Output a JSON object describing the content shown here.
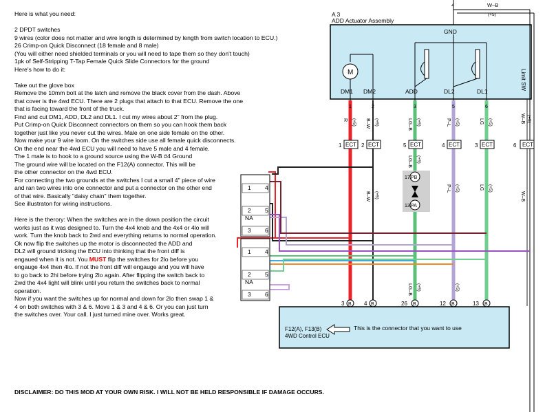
{
  "instructions": {
    "lines": [
      "Here is what you need:",
      "",
      "2 DPDT switches",
      "9 wires (color does not matter and wire length is determined by length from switch location to ECU.)",
      "26 Crimp-on Quick Disconnect (18 female and 8 male)",
      "(You will either need shielded terminals or you will need to tape them so they don't touch)",
      "1pk of Self-Stripping T-Tap Female Quick Slide Connectors for the ground",
      "Here's how to do it:",
      "",
      "Take out the glove box",
      "Remove the 10mm bolt at the latch and remove the black cover from the dash.  Above",
      "that cover is the 4wd ECU.  There are 2 plugs that attach to that ECU.  Remove the one",
      "that is facing toward the front of the truck.",
      "Find and cut DM1, ADD, DL2 and DL1. I cut my wires about 2\" from the plug.",
      "Put Crimp-on Quick Disconnect connectors on them so you can hook them back",
      "together just like you never cut the wires.  Male on one side female on the other.",
      "Now make your 9 wire loom.  On the switches side use all female quick disconnects.",
      "On the end near the 4wd ECU you will need to have 5 male and 4 female.",
      "The 1 male is to hook to a ground source using the W-B #4 Ground",
      "The ground wire will be located on the F12(A) connector.  This will be",
      "the other connector on the 4wd ECU.",
      "For connecting the two grounds at the switches I cut a small 4\" piece of wire",
      "and ran two wires into one connector and put a connector on the other end",
      "of that wire.  Basically \"daisy chain\" them together.",
      "See illustraton for wiring instructions.",
      "",
      "Here is the therory:  When the switches are in the down position the circuit",
      "works just as it was designed to.  Turn the 4x4 knob and the 4x4 or 4lo will",
      "work. Turn the knob back to 2wd and everything returns to normal operation.",
      "Ok now flip the switches up the motor is disconnected the ADD and",
      "DL2 will ground tricking the ECU into thinking that the front diff is"
    ],
    "must_pre": "engaued when it is not.  You ",
    "must_word": "MUST",
    "must_post": " flip the switches for 2lo before you",
    "lines_after": [
      "engauge 4x4 then 4lo.  If not the front diff will engauge and you will have",
      "to go back to 2hi before trying 2lo again.  After flipping the switch back to",
      "2wd the 4x4 light will blink until you return the switches back to normal",
      "operation.",
      "Now if you want the switches up for normal and down for 2lo then swap 1 &",
      "4 on both switches with 3 & 6.  Move 1 & 3 and 4 & 6.  Or you can just turn",
      "the switches over.  Your call. I just turned mine over.  Works great."
    ]
  },
  "disclaimer": "DISCLAIMER:  DO THIS MOD AT YOUR OWN RISK.  I WILL NOT BE HELD RESPONSIBLE IF DAMAGE OCCURS.",
  "actuator": {
    "ref": "A 3",
    "name": "ADD Actuator Assembly",
    "gnd": "GND",
    "gnd_pin": "4",
    "limit_sw": "Limit SW",
    "motor": "M"
  },
  "top_wire": {
    "label": "W–B",
    "volt": "(+5)"
  },
  "pins": [
    {
      "num": "1",
      "name": "DM1",
      "color_label": "R",
      "volt": "(+5)",
      "ect": "ECT",
      "ect_num": "1",
      "ecu_pin": "3",
      "ecu_conn": "B",
      "ecu_name": "DM1",
      "color": "#e8232a"
    },
    {
      "num": "2",
      "name": "DM2",
      "color_label": "B–W",
      "volt": "(+5)",
      "ect": "ECT",
      "ect_num": "2",
      "ecu_pin": "4",
      "ecu_conn": "B",
      "ecu_name": "DM2",
      "color": "#202020"
    },
    {
      "num": "3",
      "name": "ADD",
      "color_label": "LG–B",
      "volt": "(+5)",
      "ect": "ECT",
      "ect_num": "5",
      "ecu_pin": "26",
      "ecu_conn": "B",
      "ecu_name": "ADD",
      "color": "#5cbf7a"
    },
    {
      "num": "5",
      "name": "DL2",
      "color_label": "P–L",
      "volt": "(+5)",
      "ect": "ECT",
      "ect_num": "4",
      "ecu_pin": "12",
      "ecu_conn": "B",
      "ecu_name": "DL2",
      "color": "#b3a4d6"
    },
    {
      "num": "6",
      "name": "DL1",
      "color_label": "LG",
      "volt": "(+5)",
      "ect": "ECT",
      "ect_num": "3",
      "ecu_pin": "13",
      "ecu_conn": "B",
      "ecu_name": "DL1",
      "color": "#6fcf8f"
    }
  ],
  "extra_wire": {
    "color_label": "W–B",
    "volt": "(+5)",
    "ect": "ECT",
    "ect_num": "6"
  },
  "junction": {
    "top": "17",
    "top_conn": "PB",
    "bottom": "13",
    "bottom_conn": "PA",
    "label_mid": "LG–B",
    "label_low": "LG–B"
  },
  "ecu": {
    "connectors": "F12(A), F13(B)",
    "name": "4WD Control ECU",
    "note": "This is the connector that you want to use"
  },
  "switches": [
    {
      "id": "switch-1",
      "labels": [
        "1",
        "4",
        "2",
        "5",
        "NA",
        "3",
        "6"
      ]
    },
    {
      "id": "switch-2",
      "labels": [
        "1",
        "4",
        "2",
        "5",
        "NA",
        "3",
        "6"
      ]
    }
  ]
}
